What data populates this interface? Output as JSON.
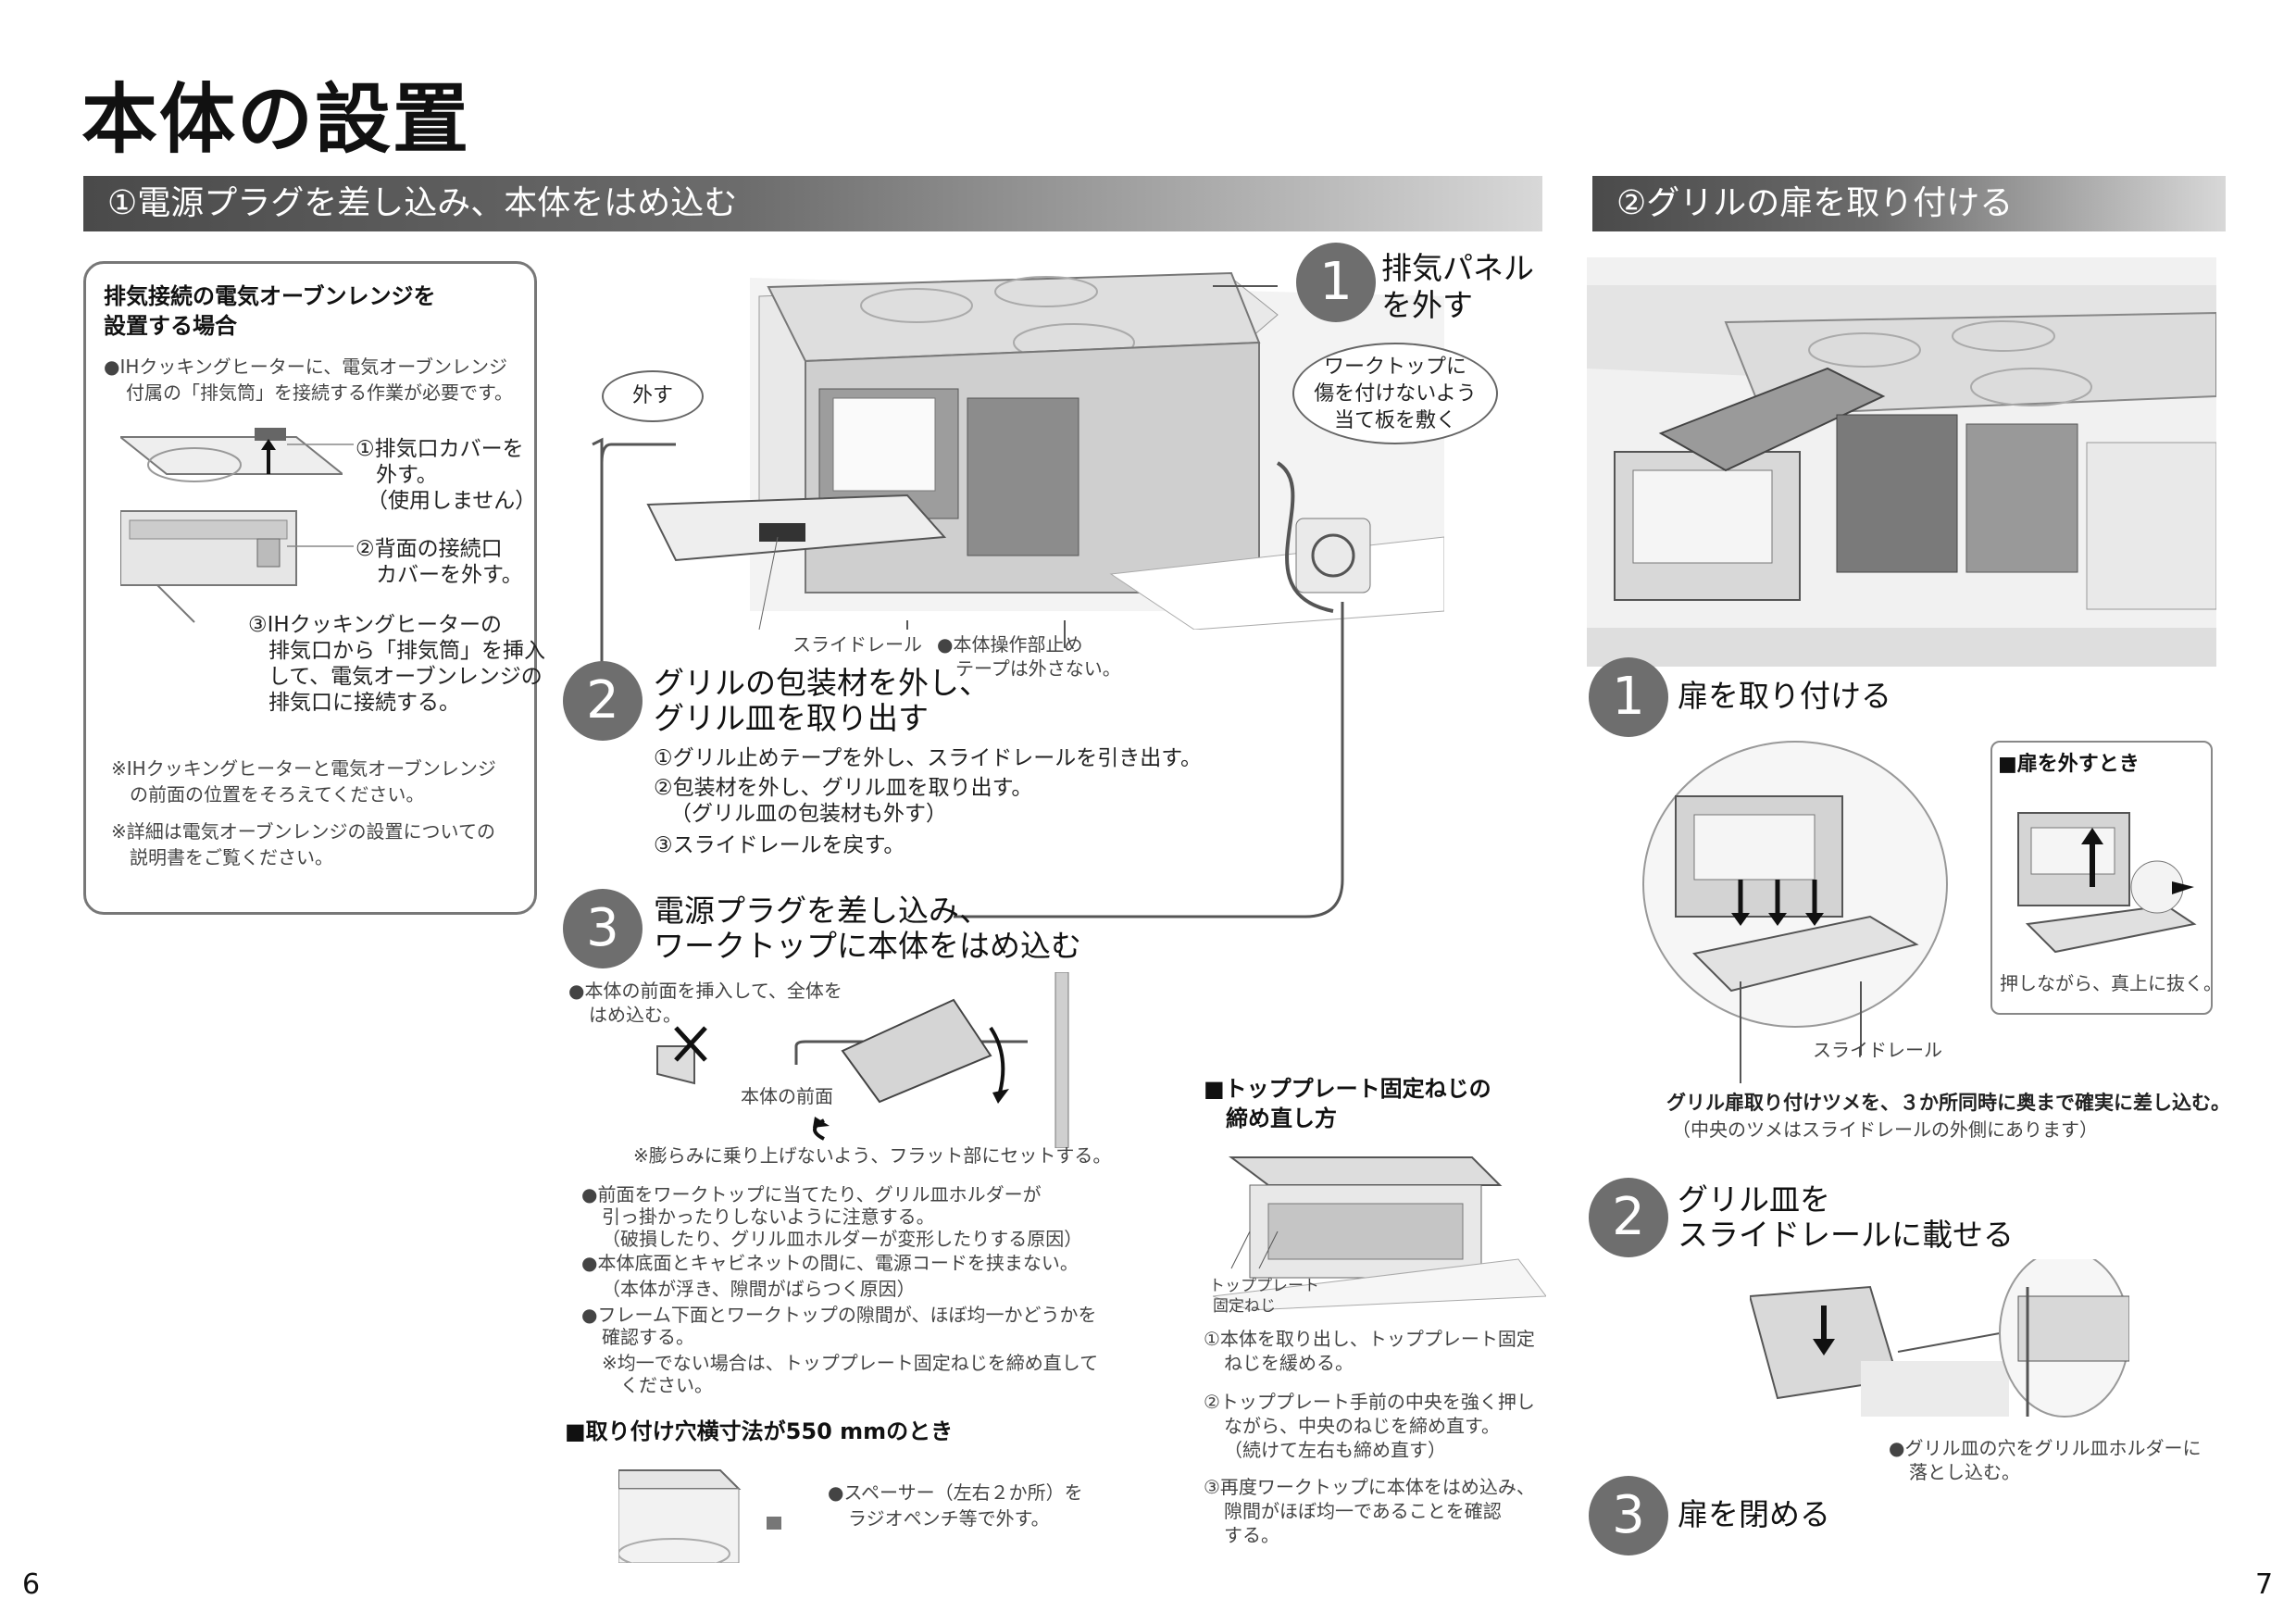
{
  "title": "本体の設置",
  "section1": {
    "heading": "①電源プラグを差し込み、本体をはめ込む",
    "box": {
      "title_line1": "排気接続の電気オーブンレンジを",
      "title_line2": "設置する場合",
      "intro_line1": "●IHクッキングヒーターに、電気オーブンレンジ",
      "intro_line2": "付属の「排気筒」を接続する作業が必要です。",
      "label1_line1": "①排気口カバーを",
      "label1_line2": "外す。",
      "label1_line3": "（使用しません）",
      "label2_line1": "②背面の接続口",
      "label2_line2": "カバーを外す。",
      "label3_line1": "③IHクッキングヒーターの",
      "label3_line2": "排気口から「排気筒」を挿入",
      "label3_line3": "して、電気オーブンレンジの",
      "label3_line4": "排気口に接続する。",
      "note1_line1": "※IHクッキングヒーターと電気オーブンレンジ",
      "note1_line2": "の前面の位置をそろえてください。",
      "note2_line1": "※詳細は電気オーブンレンジの設置についての",
      "note2_line2": "説明書をご覧ください。"
    },
    "callout_remove": "外す",
    "callout_protect_line1": "ワークトップに",
    "callout_protect_line2": "傷を付けないよう",
    "callout_protect_line3": "当て板を敷く",
    "label_slide_rail": "スライドレール",
    "label_tape_line1": "●本体操作部止め",
    "label_tape_line2": "テープは外さない。",
    "step1": {
      "num": "1",
      "title_line1": "排気パネル",
      "title_line2": "を外す"
    },
    "step2": {
      "num": "2",
      "title_line1": "グリルの包装材を外し、",
      "title_line2": "グリル皿を取り出す",
      "item1": "①グリル止めテープを外し、スライドレールを引き出す。",
      "item2": "②包装材を外し、グリル皿を取り出す。",
      "item2b": "（グリル皿の包装材も外す）",
      "item3": "③スライドレールを戻す。"
    },
    "step3": {
      "num": "3",
      "title_line1": "電源プラグを差し込み、",
      "title_line2": "ワークトップに本体をはめ込む",
      "insert_line1": "●本体の前面を挿入して、全体を",
      "insert_line2": "はめ込む。",
      "front_label": "本体の前面",
      "swell_note": "※膨らみに乗り上げないよう、フラット部にセットする。",
      "b1_line1": "●前面をワークトップに当てたり、グリル皿ホルダーが",
      "b1_line2": "引っ掛かったりしないように注意する。",
      "b1_line3": "（破損したり、グリル皿ホルダーが変形したりする原因）",
      "b2_line1": "●本体底面とキャビネットの間に、電源コードを挟まない。",
      "b2_line2": "（本体が浮き、隙間がばらつく原因）",
      "b3_line1": "●フレーム下面とワークトップの隙間が、ほぼ均一かどうかを",
      "b3_line2": "確認する。",
      "b3_line3": "※均一でない場合は、トッププレート固定ねじを締め直して",
      "b3_line4": "ください。"
    },
    "sub550": {
      "heading": "■取り付け穴横寸法が550 mmのとき",
      "note_line1": "●スペーサー（左右２か所）を",
      "note_line2": "ラジオペンチ等で外す。"
    },
    "topplate": {
      "heading_line1": "■トッププレート固定ねじの",
      "heading_line2": "締め直し方",
      "screw_label_line1": "トッププレート",
      "screw_label_line2": "固定ねじ",
      "s1_line1": "①本体を取り出し、トッププレート固定",
      "s1_line2": "ねじを緩める。",
      "s2_line1": "②トッププレート手前の中央を強く押し",
      "s2_line2": "ながら、中央のねじを締め直す。",
      "s2_line3": "（続けて左右も締め直す）",
      "s3_line1": "③再度ワークトップに本体をはめ込み、",
      "s3_line2": "隙間がほぼ均一であることを確認",
      "s3_line3": "する。"
    }
  },
  "section2": {
    "heading": "②グリルの扉を取り付ける",
    "step1": {
      "num": "1",
      "title": "扉を取り付ける",
      "remove_heading": "■扉を外すとき",
      "remove_caption": "押しながら、真上に抜く。",
      "rail_label": "スライドレール",
      "note_line1": "グリル扉取り付けツメを、３か所同時に奥まで確実に差し込む。",
      "note_line2": "（中央のツメはスライドレールの外側にあります）"
    },
    "step2": {
      "num": "2",
      "title_line1": "グリル皿を",
      "title_line2": "スライドレールに載せる",
      "note_line1": "●グリル皿の穴をグリル皿ホルダーに",
      "note_line2": "落とし込む。"
    },
    "step3": {
      "num": "3",
      "title": "扉を閉める"
    }
  },
  "page_left": "6",
  "page_right": "7"
}
